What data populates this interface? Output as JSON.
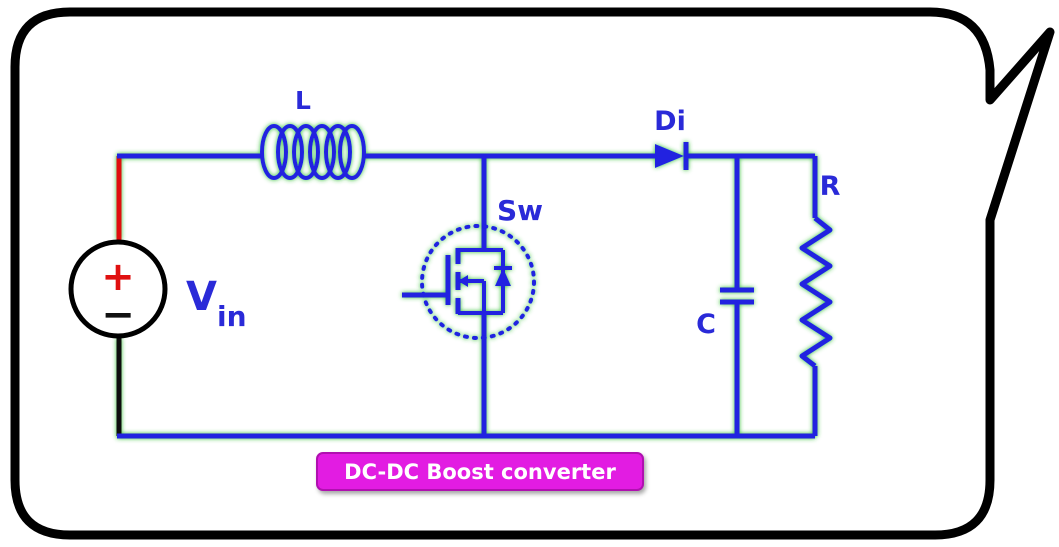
{
  "diagram": {
    "components": {
      "inductor": "L",
      "diode": "Di",
      "switch": "Sw",
      "resistor": "R",
      "capacitor": "C",
      "source": {
        "main": "V",
        "subscript": "in",
        "plus": "+",
        "minus": "−"
      }
    },
    "caption": "DC-DC Boost converter",
    "colors": {
      "wire": "#2020e0",
      "positive_lead": "#e01010",
      "negative_lead": "#111111",
      "glow": "#30c030",
      "caption_bg": "#e21ce2"
    }
  }
}
